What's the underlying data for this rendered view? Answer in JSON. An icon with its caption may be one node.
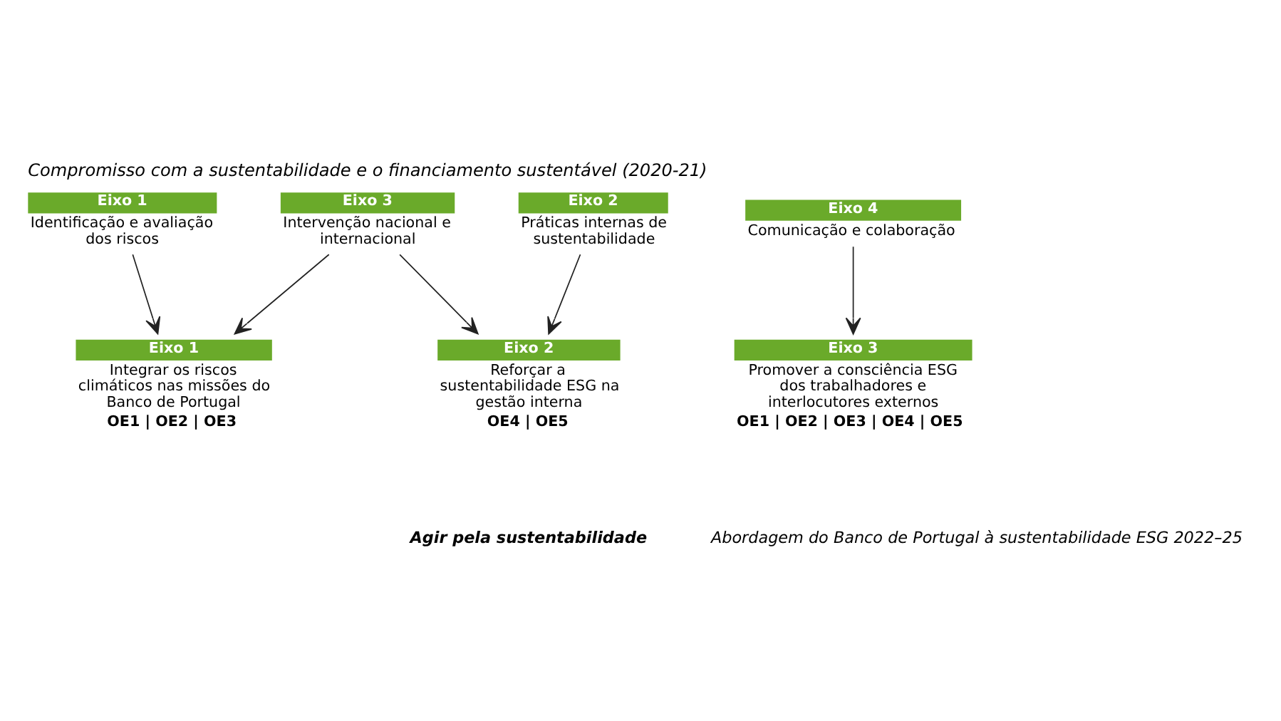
{
  "diagram": {
    "title": "Compromisso com a sustentabilidade e o financiamento sustentável (2020-21)",
    "caption": "Agir pela sustentabilidade",
    "nodes": [
      {
        "text": [
          "Eixo 1",
          "Identificação e avaliação dos riscos"
        ]
      },
      {
        "text": [
          "Eixo 2",
          "Práticas internas de sustentabilidade"
        ]
      },
      {
        "text": [
          "Eixo 3",
          "Intervenção nacional e internacional"
        ]
      },
      {
        "text": [
          "Eixo 4",
          "Comunicação e colaboração"
        ]
      },
      {
        "text": [
          "Eixo 1",
          "Integrar os riscos climáticos nas missões do Banco de Portugal",
          "OE1 | OE2 | OE3"
        ]
      },
      {
        "text": [
          "Eixo 2",
          "Reforçar a sustentabilidade ESG na gestão interna",
          "OE4 | OE5"
        ]
      },
      {
        "text": [
          "Eixo 3",
          "Promover a consciência ESG dos trabalhadores e interlocutores externos",
          "OE1 | OE2 | OE3 | OE4 | OE5"
        ]
      }
    ],
    "edges": [
      {
        "from": 0,
        "to": 4,
        "arrow": "to"
      },
      {
        "from": 1,
        "to": 5,
        "arrow": "to"
      },
      {
        "from": 2,
        "to": 4,
        "arrow": "to"
      },
      {
        "from": 2,
        "to": 5,
        "arrow": "to"
      },
      {
        "from": 3,
        "to": 6,
        "arrow": "to"
      }
    ],
    "labels": [
      "Abordagem do Banco de Portugal à sustentabilidade ESG 2022–25"
    ]
  }
}
